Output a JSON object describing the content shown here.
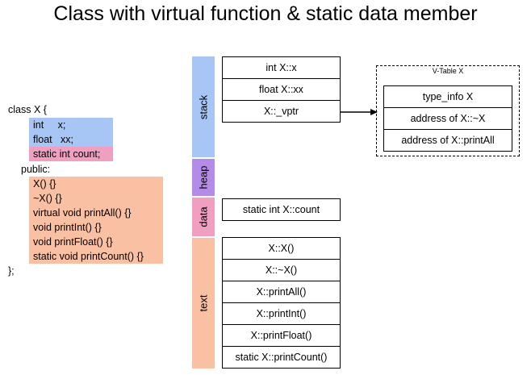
{
  "title": "Class with virtual function & static data member",
  "code": {
    "class_open": "class X {",
    "data_members": [
      "int     x;",
      "float   xx;"
    ],
    "static_member": "static int count;",
    "public_label": "public:",
    "methods": [
      "X() {}",
      "~X() {}",
      "virtual void printAll() {}",
      "void printInt() {}",
      "void printFloat() {}",
      "static void printCount() {}"
    ],
    "class_close": "};"
  },
  "memory": {
    "segments": [
      {
        "label": "stack",
        "color": "#a8c6f5"
      },
      {
        "label": "heap",
        "color": "#b58be8"
      },
      {
        "label": "data",
        "color": "#f19fc1"
      },
      {
        "label": "text",
        "color": "#f9c0a3"
      }
    ],
    "stack_cells": [
      "int X::x",
      "float X::xx",
      "X::_vptr"
    ],
    "data_cells": [
      "static int X::count"
    ],
    "text_cells": [
      "X::X()",
      "X::~X()",
      "X::printAll()",
      "X::printInt()",
      "X::printFloat()",
      "static X::printCount()"
    ]
  },
  "vtable": {
    "title": "V-Table X",
    "entries": [
      "type_info X",
      "address of X::~X",
      "address of X::printAll"
    ]
  },
  "colors": {
    "data_member_bg": "#a8c6f5",
    "static_member_bg": "#f19fc1",
    "method_bg": "#f9c0a3"
  }
}
